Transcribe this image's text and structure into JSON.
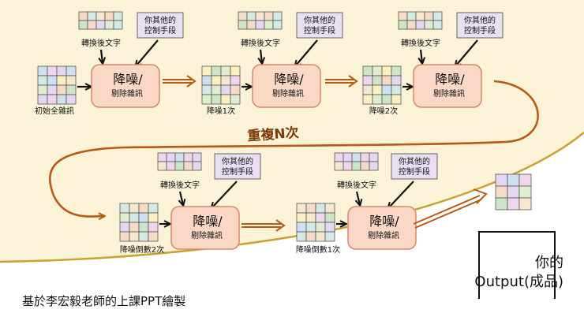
{
  "colors": {
    "background_wave": "#fbf3d8",
    "wave_edge": "#c9a230",
    "arrow": "#b85a14",
    "denoise_fill": "#fbd7c6",
    "denoise_border": "#d9886a",
    "text_box_fill": "#e8e0f2",
    "grid_palette": [
      "#cfe0f0",
      "#dfeed0",
      "#f6dcc6",
      "#efd6ec",
      "#fbf0c0",
      "#d4e9e3",
      "#e3d8f0",
      "#cde4c8",
      "#f6e8cf"
    ]
  },
  "labels": {
    "noise_init": "初始全雜訊",
    "conversion": "轉換後文字",
    "other_control": "你其他的\n控制手段",
    "denoise_title": "降噪/",
    "denoise_subtitle": "剔除雜訊",
    "repeat_n": "重複N次"
  },
  "steps_top": [
    {
      "output_label": "降噪1次"
    },
    {
      "output_label": "降噪2次"
    }
  ],
  "steps_bottom": [
    {
      "input_label": "降噪倒數2次"
    },
    {
      "input_label": "降噪倒數1次"
    }
  ],
  "output": {
    "line1": "你的",
    "line2": "Output(成品)"
  },
  "footer": "基於李宏毅老師的上課PPT繪製"
}
